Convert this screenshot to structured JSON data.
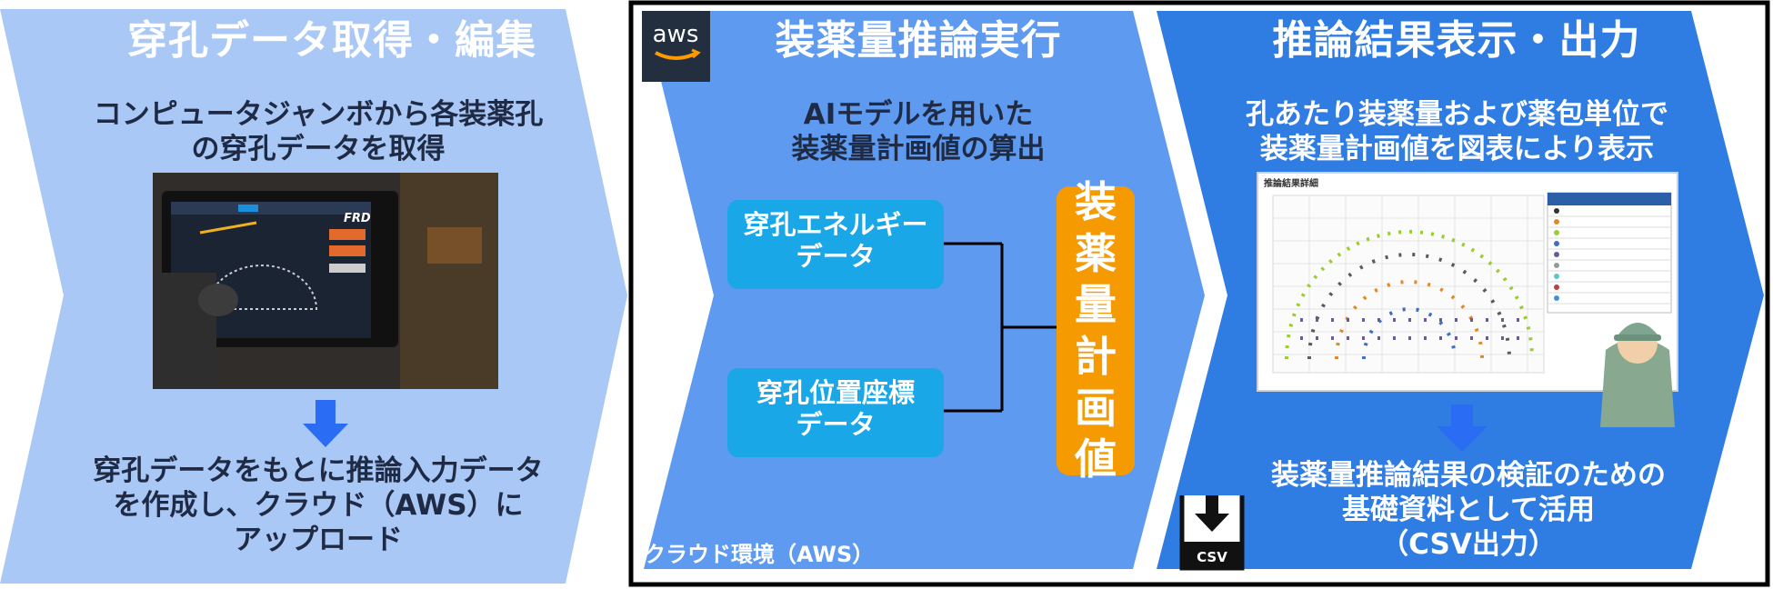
{
  "stages": [
    {
      "title": "穿孔データ取得・編集",
      "description_lines": [
        "コンピュータジャンボから各装薬孔",
        "の穿孔データを取得"
      ],
      "output_lines": [
        "穿孔データをもとに推論入力データ",
        "を作成し、クラウド（AWS）に",
        "アップロード"
      ],
      "photo_brand": "FRD"
    },
    {
      "title": "装薬量推論実行",
      "description_lines": [
        "AIモデルを用いた",
        "装薬量計画値の算出"
      ],
      "inputs": [
        {
          "label_lines": [
            "穿孔エネルギー",
            "データ"
          ]
        },
        {
          "label_lines": [
            "穿孔位置座標",
            "データ"
          ]
        }
      ],
      "result_chars": [
        "装",
        "薬",
        "量",
        "計",
        "画",
        "値"
      ]
    },
    {
      "title": "推論結果表示・出力",
      "description_lines": [
        "孔あたり装薬量および薬包単位で",
        "装薬量計画値を図表により表示"
      ],
      "output_lines": [
        "装薬量推論結果の検証のための",
        "基礎資料として活用",
        "（CSV出力）"
      ],
      "screenshot_title": "推論結果詳細",
      "csv_icon_label": "CSV"
    }
  ],
  "cloud": {
    "logo": "aws",
    "label": "クラウド環境（AWS）"
  },
  "colors": {
    "stage1": "#a9c8f6",
    "stage2": "#5d9af0",
    "stage3": "#2f7de2",
    "input_box": "#1aa7e8",
    "result_box": "#f59a00",
    "arrow": "#2a6df4",
    "title_text": "#ffffff",
    "dark_text": "#1f2a44"
  },
  "icons": [
    "down-arrow-icon",
    "aws-logo-icon",
    "csv-download-icon",
    "worker-icon"
  ]
}
